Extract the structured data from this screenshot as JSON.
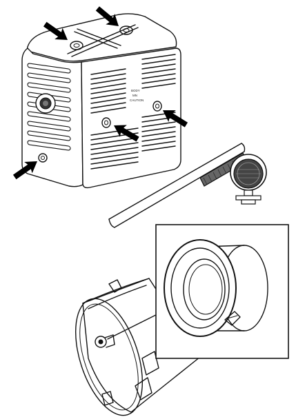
{
  "figure": {
    "body_text_lines": [
      "BODY",
      "MN",
      "CAUTION"
    ]
  },
  "icons": {
    "pointer": "arrow-icon",
    "brush": "wire-brush-icon",
    "inset": "zoom-inset-icon"
  },
  "colors": {
    "ink": "#111111",
    "background": "#ffffff",
    "arrow": "#000000"
  }
}
